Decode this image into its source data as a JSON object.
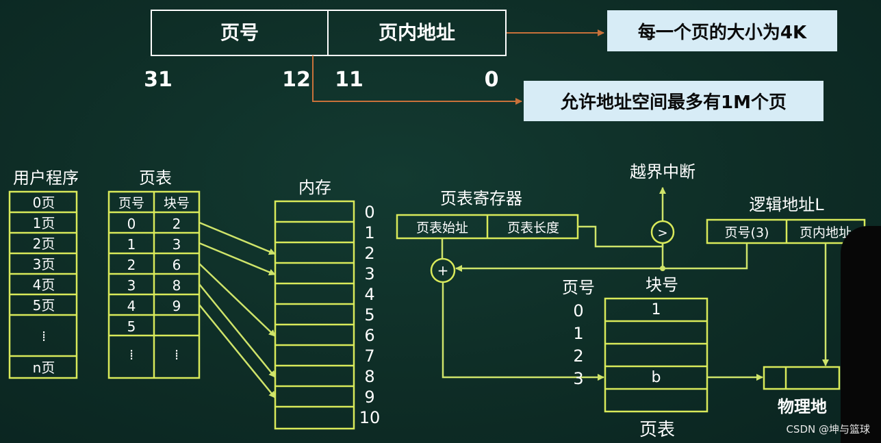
{
  "top": {
    "page_number_label": "页号",
    "page_offset_label": "页内地址",
    "bit_labels": [
      "31",
      "12",
      "11",
      "0"
    ],
    "note_page_size": "每一个页的大小为4K",
    "note_address_space": "允许地址空间最多有1M个页"
  },
  "user_program": {
    "title": "用户程序",
    "rows": [
      "0页",
      "1页",
      "2页",
      "3页",
      "4页",
      "5页",
      "⁞",
      "n页"
    ]
  },
  "page_table_left": {
    "title": "页表",
    "headers": [
      "页号",
      "块号"
    ],
    "rows": [
      [
        "0",
        "2"
      ],
      [
        "1",
        "3"
      ],
      [
        "2",
        "6"
      ],
      [
        "3",
        "8"
      ],
      [
        "4",
        "9"
      ],
      [
        "5",
        ""
      ],
      [
        "⁞",
        "⁞"
      ]
    ]
  },
  "memory": {
    "title": "内存",
    "block_numbers": [
      "0",
      "1",
      "2",
      "3",
      "4",
      "5",
      "6",
      "7",
      "8",
      "9",
      "10"
    ]
  },
  "mechanism": {
    "register_title": "页表寄存器",
    "register_fields": [
      "页表始址",
      "页表长度"
    ],
    "interrupt_label": "越界中断",
    "compare_symbol": ">",
    "add_symbol": "+",
    "logical_address_title": "逻辑地址L",
    "logical_fields": [
      "页号(3)",
      "页内地址"
    ],
    "table_page_header": "页号",
    "table_block_header": "块号",
    "table_page_numbers": [
      "0",
      "1",
      "2",
      "3"
    ],
    "table_blocks": [
      "1",
      "",
      "",
      "b",
      ""
    ],
    "table_caption": "页表",
    "physical_address_label": "物理地"
  },
  "watermark": "CSDN @坤与篮球"
}
